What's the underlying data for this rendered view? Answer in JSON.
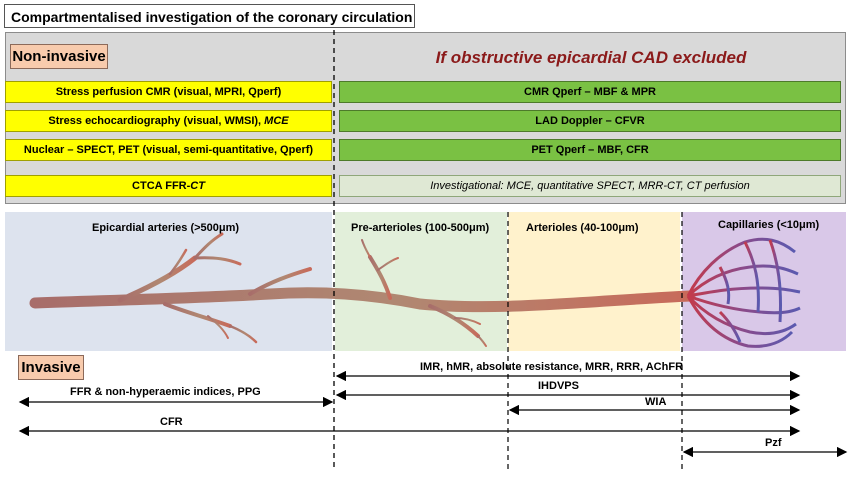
{
  "title": "Compartmentalised investigation of the coronary circulation",
  "noninvasive": {
    "tag": "Non-invasive",
    "cad_title": "If obstructive epicardial CAD excluded",
    "left_boxes": [
      {
        "text": "Stress perfusion CMR (visual, MPRI, Qperf)"
      },
      {
        "text": "Stress echocardiography (visual, WMSI), ",
        "italic": "MCE"
      },
      {
        "text": "Nuclear – SPECT, PET (visual, semi-quantitative, Qperf)"
      },
      {
        "text": "CTCA FFR-",
        "italic": "CT"
      }
    ],
    "right_boxes": [
      {
        "text": "CMR Qperf – MBF & MPR"
      },
      {
        "text": "LAD Doppler – CFVR"
      },
      {
        "text": "PET Qperf – MBF, CFR"
      }
    ],
    "investigational": "Investigational: MCE, quantitative SPECT,  MRR-CT,  CT perfusion"
  },
  "regions": {
    "epicardial": {
      "label": "Epicardial arteries (>500μm)",
      "color": "#dde3ee"
    },
    "prearterioles": {
      "label": "Pre-arterioles (100-500μm)",
      "color": "#e2efda"
    },
    "arterioles": {
      "label": "Arterioles (40-100μm)",
      "color": "#fff2cc"
    },
    "capillaries": {
      "label": "Capillaries (<10μm)",
      "color": "#d9c8e8"
    }
  },
  "invasive": {
    "tag": "Invasive",
    "arrows": [
      {
        "label": "IMR, hMR, absolute resistance, MRR, RRR, AChFR"
      },
      {
        "label": "FFR & non-hyperaemic indices, PPG"
      },
      {
        "label": "IHDVPS"
      },
      {
        "label": "WIA"
      },
      {
        "label": "CFR"
      },
      {
        "label": "Pzf"
      }
    ]
  }
}
